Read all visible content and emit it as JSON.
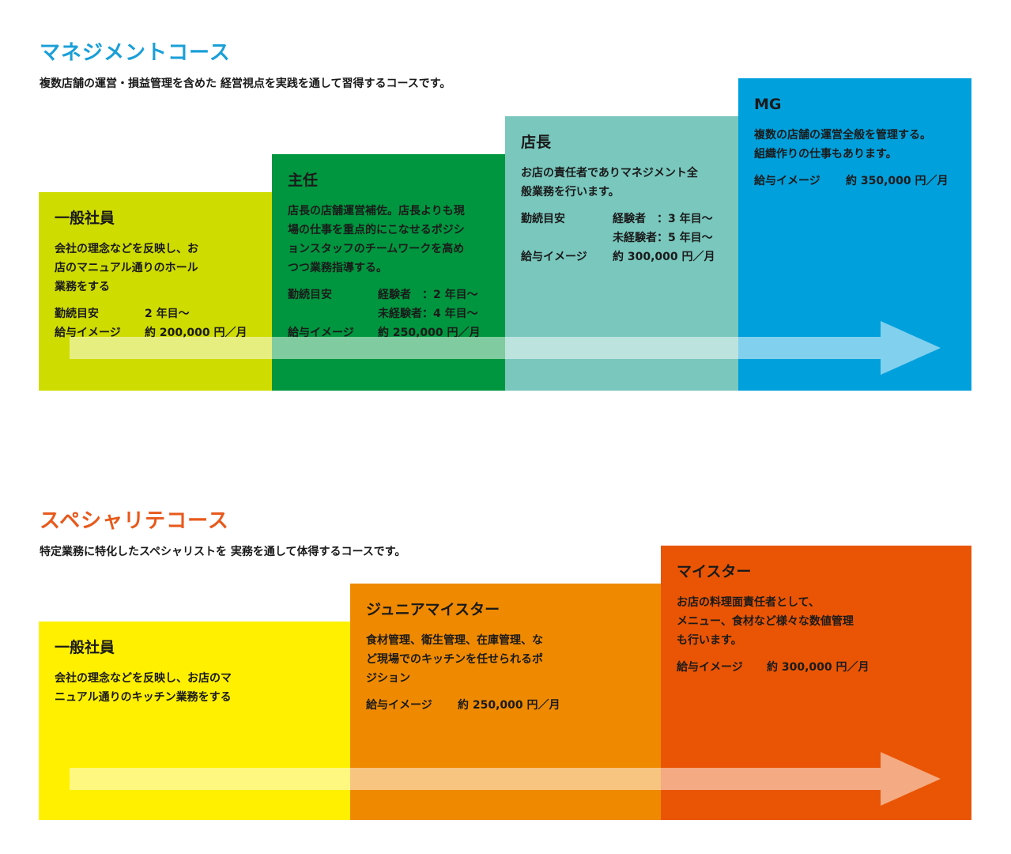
{
  "management": {
    "title": "マネジメントコース",
    "description": "複数店舗の運営・損益管理を含めた\n経営視点を実践を通して習得するコースです。",
    "steps": [
      {
        "title": "一般社員",
        "description": "会社の理念などを反映し、お\n店のマニュアル通りのホール\n業務をする",
        "tenure_label": "勤続目安",
        "tenure": "2 年目〜",
        "salary_label": "給与イメージ",
        "salary": "約 200,000 円／月"
      },
      {
        "title": "主任",
        "description": "店長の店舗運営補佐。店長よりも現\n場の仕事を重点的にこなせるポジシ\nョンスタッフのチームワークを高め\nつつ業務指導する。",
        "tenure_label": "勤続目安",
        "tenure": "経験者　：2 年目〜\n未経験者：4 年目〜",
        "salary_label": "給与イメージ",
        "salary": "約 250,000 円／月"
      },
      {
        "title": "店長",
        "description": "お店の責任者でありマネジメント全\n般業務を行います。",
        "tenure_label": "勤続目安",
        "tenure": "経験者　：3 年目〜\n未経験者：5 年目〜",
        "salary_label": "給与イメージ",
        "salary": "約 300,000 円／月"
      },
      {
        "title": "MG",
        "description": "複数の店舗の運営全般を管理する。\n組織作りの仕事もあります。",
        "salary_label": "給与イメージ",
        "salary": "約 350,000 円／月"
      }
    ]
  },
  "specialty": {
    "title": "スペシャリテコース",
    "description": "特定業務に特化したスペシャリストを\n実務を通して体得するコースです。",
    "steps": [
      {
        "title": "一般社員",
        "description": "会社の理念などを反映し、お店のマ\nニュアル通りのキッチン業務をする"
      },
      {
        "title": "ジュニアマイスター",
        "description": "食材管理、衛生管理、在庫管理、な\nど現場でのキッチンを任せられるポ\nジション",
        "salary_label": "給与イメージ",
        "salary": "約 250,000 円／月"
      },
      {
        "title": "マイスター",
        "description": "お店の料理面責任者として、\nメニュー、食材など様々な数値管理\nも行います。",
        "salary_label": "給与イメージ",
        "salary": "約 300,000 円／月"
      }
    ]
  },
  "colors": {
    "management_title": "#1a9fd8",
    "specialty_title": "#e8591c",
    "m_step1": "#cfdc00",
    "m_step2": "#00963f",
    "m_step3": "#79c7bd",
    "m_step4": "#00a0dc",
    "s_step1": "#fff000",
    "s_step2": "#ef8a00",
    "s_step3": "#e95504"
  }
}
